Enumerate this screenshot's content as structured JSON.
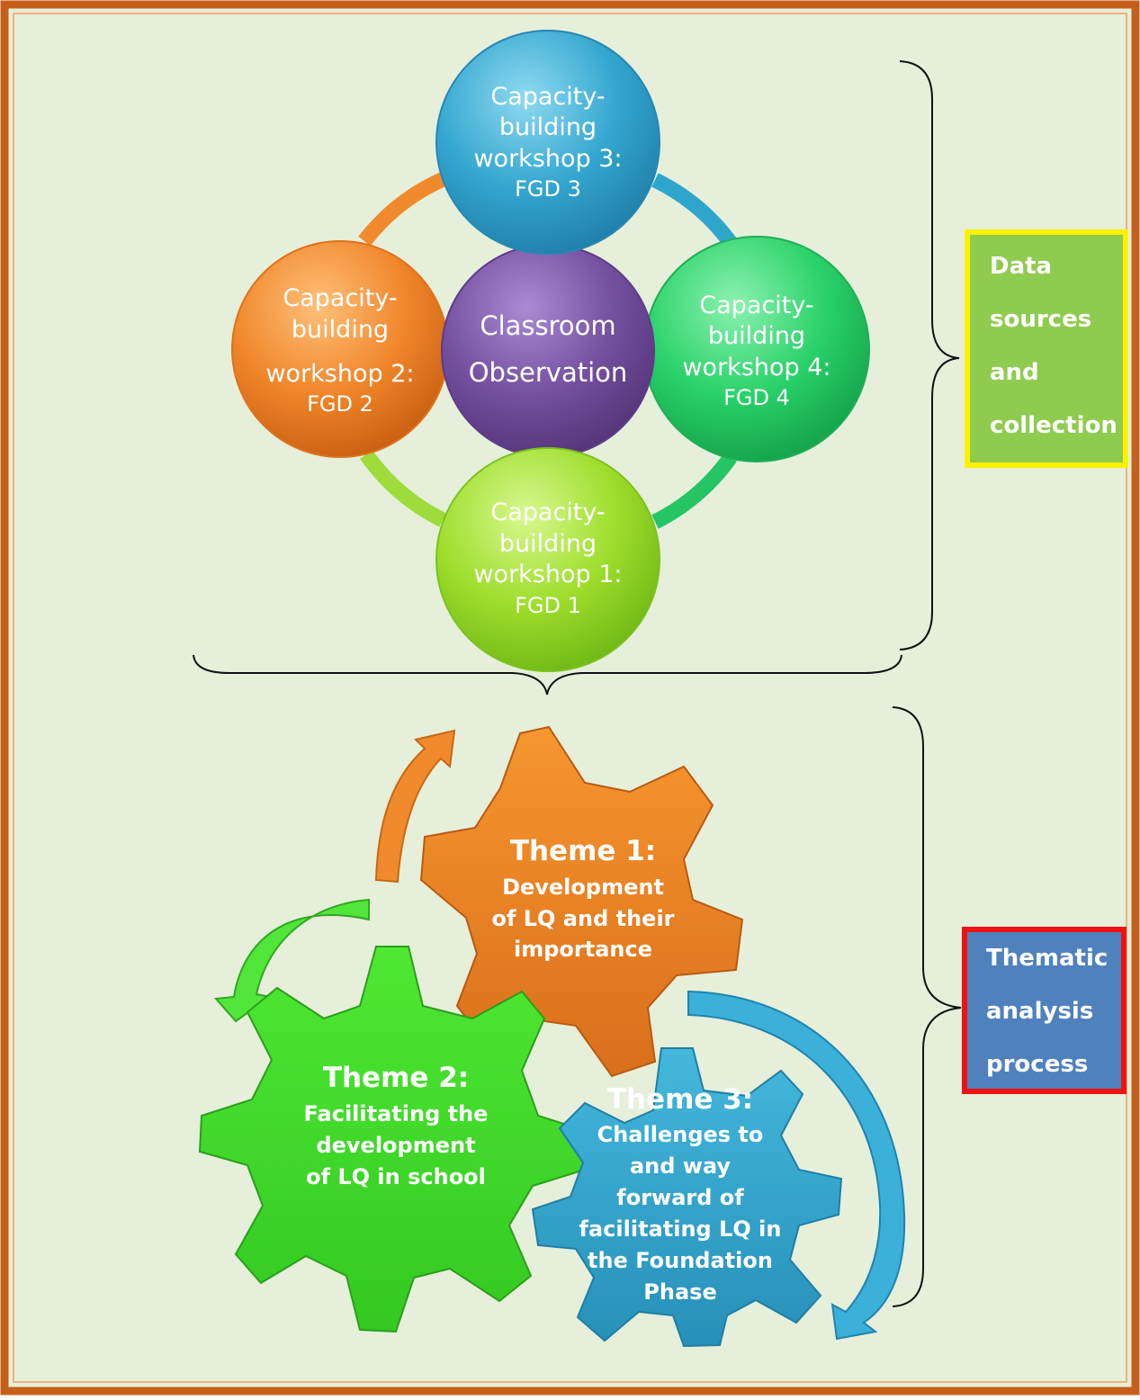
{
  "data_collection": {
    "center": {
      "line1": "Classroom",
      "line2": "Observation"
    },
    "workshop1": {
      "line1": "Capacity-",
      "line2": "building",
      "line3": "workshop 1:",
      "line4": "FGD 1"
    },
    "workshop2": {
      "line1": "Capacity-",
      "line2": "building",
      "line3": "workshop 2:",
      "line4": "FGD 2"
    },
    "workshop3": {
      "line1": "Capacity-",
      "line2": "building",
      "line3": "workshop 3:",
      "line4": "FGD 3"
    },
    "workshop4": {
      "line1": "Capacity-",
      "line2": "building",
      "line3": "workshop 4:",
      "line4": "FGD 4"
    }
  },
  "themes": {
    "theme1": {
      "title": "Theme 1:",
      "line1": "Development",
      "line2": "of LQ and their",
      "line3": "importance"
    },
    "theme2": {
      "title": "Theme 2:",
      "line1": "Facilitating the",
      "line2": "development",
      "line3": "of LQ in school"
    },
    "theme3": {
      "title": "Theme 3:",
      "line1": "Challenges to",
      "line2": "and way",
      "line3": "forward of",
      "line4": "facilitating LQ in",
      "line5": "the Foundation",
      "line6": "Phase"
    }
  },
  "labels": {
    "data_sources": {
      "line1": "Data",
      "line2": "sources",
      "line3": "and",
      "line4": "collection"
    },
    "thematic": {
      "line1": "Thematic",
      "line2": "analysis",
      "line3": "process"
    }
  },
  "colors": {
    "background": "#e6efda",
    "frame": "#c5601a",
    "orange": "#e97d22",
    "green_light": "#8fd823",
    "green_bright": "#3fe02a",
    "blue_teal": "#2ba3c9",
    "green_emerald": "#22c765",
    "purple": "#6f4a9e",
    "yellow_border": "#fff200",
    "red_border": "#ee1111",
    "data_box": "#8fcb4e",
    "thematic_box": "#4f81bd"
  }
}
